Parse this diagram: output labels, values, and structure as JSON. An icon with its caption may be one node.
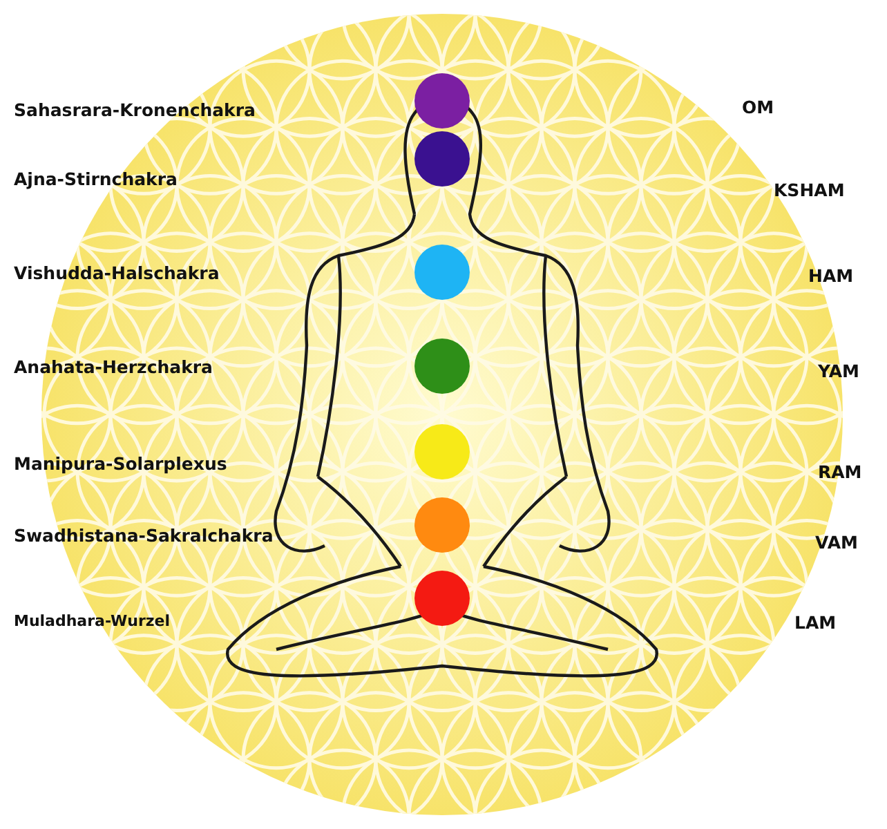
{
  "diagram": {
    "labels": [
      "Sahasrara-Kronenchakra",
      "OM",
      "Ajna-Stirnchakra",
      "KSHAM",
      "Vishudda-Halschakra",
      "HAM",
      "Anahata-Herzchakra",
      "YAM",
      "Manipura-Solarplexus",
      "RAM",
      "Swadhistana-Sakralchakra",
      "VAM",
      "Muladhara-Wurzel",
      "LAM"
    ]
  }
}
